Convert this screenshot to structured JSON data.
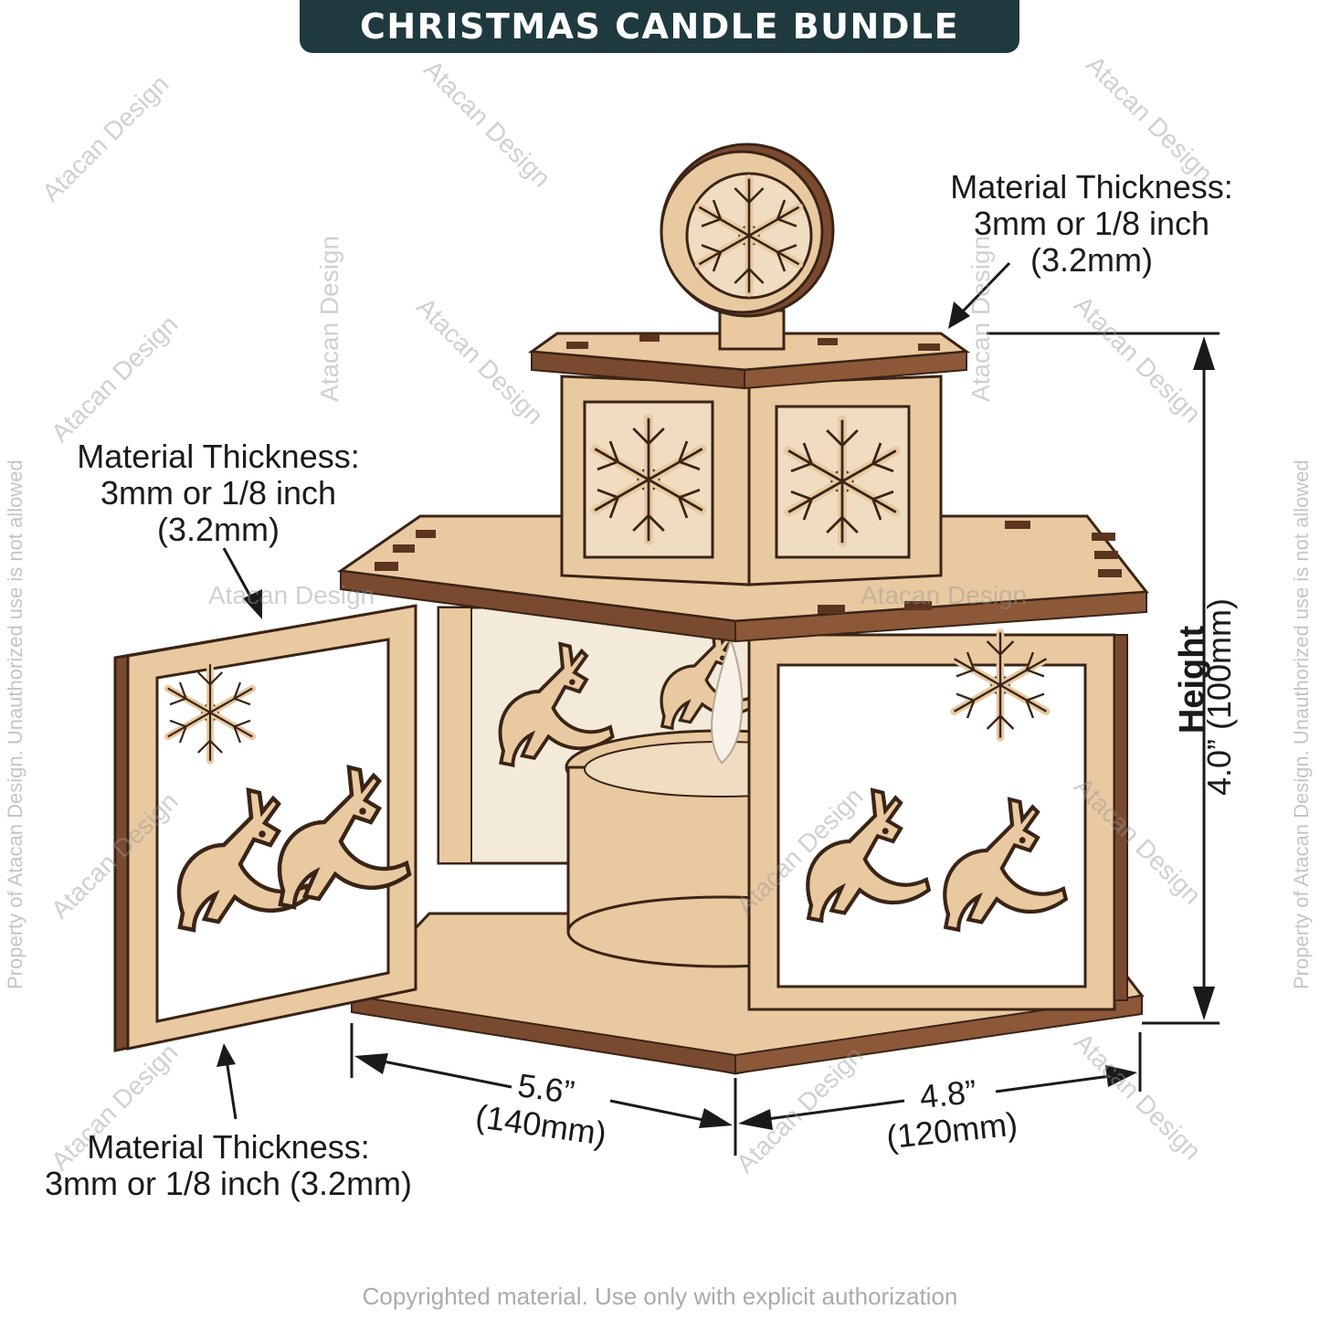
{
  "header": {
    "title": "CHRISTMAS CANDLE BUNDLE"
  },
  "annotations": {
    "top_right": {
      "line1": "Material Thickness:",
      "line2": "3mm or 1/8 inch",
      "line3": "(3.2mm)"
    },
    "left": {
      "line1": "Material Thickness:",
      "line2": "3mm or 1/8 inch",
      "line3": "(3.2mm)"
    },
    "bottom_left": {
      "line1": "Material Thickness:",
      "line2": "3mm or 1/8 inch (3.2mm)"
    }
  },
  "dimensions": {
    "height": {
      "label": "Height",
      "value": "4.0” (100mm)"
    },
    "width": {
      "value": "5.6”",
      "metric": "(140mm)"
    },
    "depth": {
      "value": "4.8”",
      "metric": "(120mm)"
    }
  },
  "watermark": {
    "text": "Atacan Design",
    "side_text": "Property of Atacan Design. Unauthorized use is not allowed",
    "footer": "Copyrighted material. Use only with explicit authorization"
  },
  "colors": {
    "banner": "#1f3a3f",
    "wood_light": "#e9c9a0",
    "wood_dark": "#7a4a30",
    "outline": "#3a2416"
  }
}
